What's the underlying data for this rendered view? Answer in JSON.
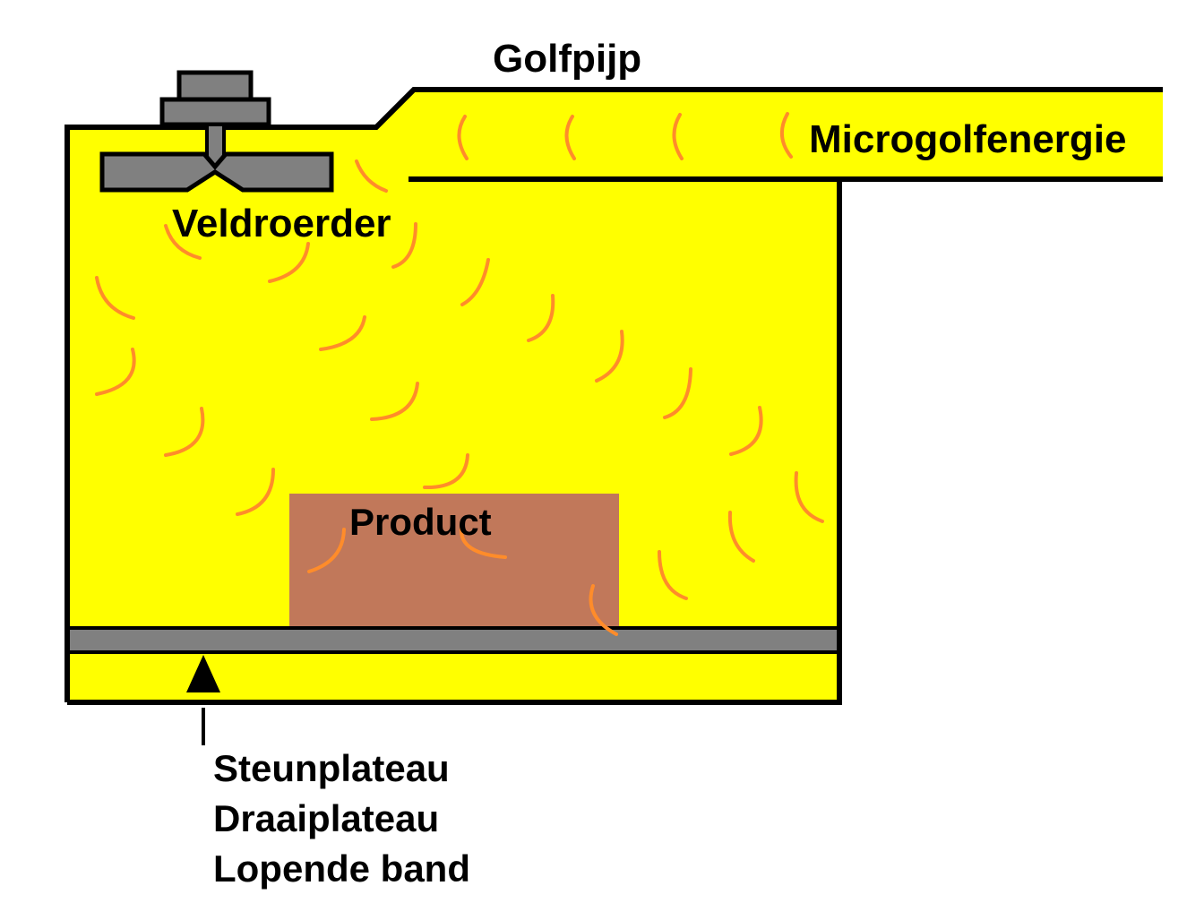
{
  "labels": {
    "golfpijp": "Golfpijp",
    "microgolfenergie": "Microgolfenergie",
    "veldroerder": "Veldroerder",
    "product": "Product",
    "platform_options": [
      "Steunplateau",
      "Draaiplateau",
      "Lopende band"
    ]
  },
  "colors": {
    "cavity_fill": "#FFFF00",
    "outline": "#000000",
    "stirrer": "#808080",
    "product_fill": "#C1785A",
    "wave": "#FF8C2A"
  }
}
